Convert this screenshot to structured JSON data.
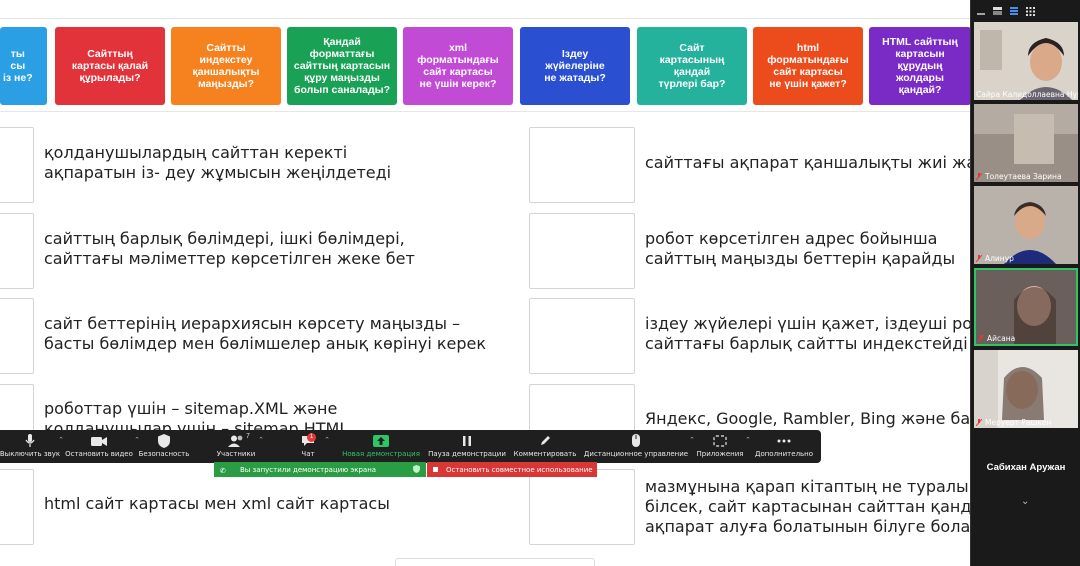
{
  "cards": [
    {
      "text": "ты\nсы\nіз не?",
      "color": "#2a9fe3"
    },
    {
      "text": "Сайттың\nкартасы қалай\nқұрылады?",
      "color": "#e2323a"
    },
    {
      "text": "Сайтты\nиндекстеу\nқаншалықты\nмаңызды?",
      "color": "#f5821f"
    },
    {
      "text": "Қандай\nформаттағы\nсайттың картасын\nқұру маңызды\nболып саналады?",
      "color": "#19a155"
    },
    {
      "text": "xml\nформатындағы\nсайт картасы\nне үшін керек?",
      "color": "#c24bd6"
    },
    {
      "text": "Іздеу\nжүйелеріне\nне жатады?",
      "color": "#2a4fd0"
    },
    {
      "text": "Сайт\nкартасының\nқандай\nтүрлері бар?",
      "color": "#25b29c"
    },
    {
      "text": "html\nформатындағы\nсайт картасы\nне үшін қажет?",
      "color": "#ec4b1c"
    },
    {
      "text": "HTML сайттың\nкартасын\nқұрудың\nжолдары\nқандай?",
      "color": "#7a2bc6"
    }
  ],
  "rows_left": [
    "қолданушылардың сайттан керекті\nақпаратын із- деу жұмысын жеңілдетеді",
    "сайттың барлық бөлімдері, ішкі бөлімдері,\nсайттағы мәліметтер көрсетілген жеке бет",
    "сайт беттерінің иерархиясын көрсету маңызды –\nбасты бөлімдер мен бөлімшелер анық көрінуі керек",
    "роботтар үшін – sitemap.XML және\nқолданушылар үшін – sitemap.HTML",
    "html сайт картасы мен xml сайт картасы"
  ],
  "rows_right": [
    "сайттағы ақпарат қаншалықты жиі жаң",
    "робот көрсетілген адрес бойынша\nсайттың маңызды беттерін қарайды",
    "іздеу жүйелері үшін қажет, іздеуші робо\nсайттағы барлық сайтты индекстейді",
    "Яндекс, Google, Rambler, Bing және бас",
    "мазмұнына қарап кітаптың не туралы е\nбілсек, сайт картасынан сайттан қандай\nақпарат алуға болатынын білуге болады"
  ],
  "toolbar": {
    "audio": "Выключить звук",
    "video": "Остановить видео",
    "security": "Безопасность",
    "participants": "Участники",
    "participants_count": "7",
    "chat": "Чат",
    "chat_badge": "1",
    "share": "Новая демонстрация",
    "pause": "Пауза демонстрации",
    "annotate": "Комментировать",
    "remote": "Дистанционное управление",
    "apps": "Приложения",
    "more": "Дополнительно"
  },
  "share_status": {
    "sharing": "Вы запустили демонстрацию экрана",
    "stop": "Остановить совместное использование"
  },
  "participants": [
    {
      "name": "Сайра Калидоллаевна Нұрм"
    },
    {
      "name": "Толеутаева Зарина"
    },
    {
      "name": "Алинур"
    },
    {
      "name": "Айсана"
    },
    {
      "name": "Меруерт Рашкен"
    }
  ],
  "active_speaker": "Сабихан Аружан",
  "colors": {
    "toolbar_bg": "#1f1f1f",
    "share_green": "#2a9d44",
    "share_red": "#d93636",
    "panel_bg": "#1a1a1a",
    "active_border": "#2ec566"
  }
}
